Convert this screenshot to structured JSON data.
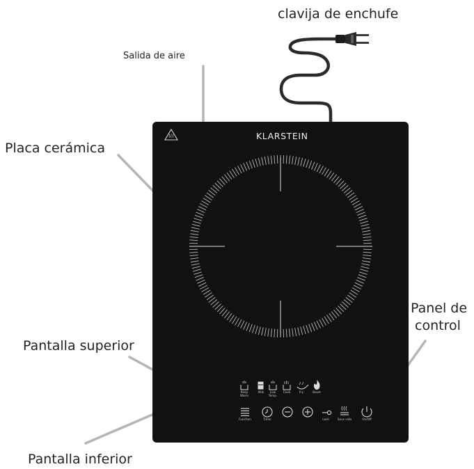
{
  "labels": {
    "plug": "clavija de enchufe",
    "air_outlet": "Salida de aire",
    "ceramic_plate": "Placa cerámica",
    "control_panel_line1": "Panel de",
    "control_panel_line2": "control",
    "upper_display": "Pantalla superior",
    "lower_display": "Pantalla inferior"
  },
  "brand": "KLARSTEIN",
  "mode_buttons": [
    {
      "icon": "keep-warm-icon",
      "label_line1": "Keep",
      "label_line2": "Warm"
    },
    {
      "icon": "milk-icon",
      "label_line1": "Milk",
      "label_line2": ""
    },
    {
      "icon": "low-temp-icon",
      "label_line1": "Low",
      "label_line2": "Temp."
    },
    {
      "icon": "cook-icon",
      "label_line1": "Cook",
      "label_line2": ""
    },
    {
      "icon": "fry-icon",
      "label_line1": "Fry",
      "label_line2": ""
    },
    {
      "icon": "boost-icon",
      "label_line1": "Boost",
      "label_line2": ""
    }
  ],
  "control_buttons": [
    {
      "icon": "function-icon",
      "label": "Function"
    },
    {
      "icon": "timer-icon",
      "label": "Timer"
    },
    {
      "icon": "minus-icon",
      "label": ""
    },
    {
      "icon": "plus-icon",
      "label": ""
    },
    {
      "icon": "lock-icon",
      "label": "Lock"
    },
    {
      "icon": "sous-vide-icon",
      "label": "Sous vide"
    },
    {
      "icon": "power-icon",
      "label": "On/Off"
    }
  ],
  "colors": {
    "cooktop": "#111111",
    "leader_line": "#b5b5b5",
    "cable": "#2a2a2a",
    "ring_ticks": "#bdbdbd"
  }
}
